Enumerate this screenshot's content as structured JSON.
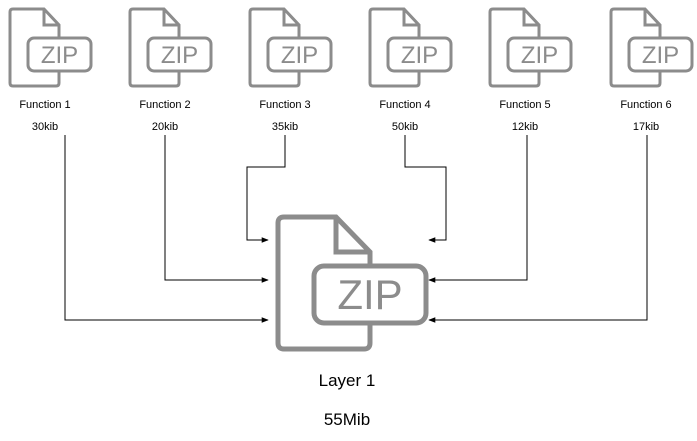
{
  "zip_label": "ZIP",
  "functions": [
    {
      "name": "Function 1",
      "size": "30kib"
    },
    {
      "name": "Function 2",
      "size": "20kib"
    },
    {
      "name": "Function 3",
      "size": "35kib"
    },
    {
      "name": "Function 4",
      "size": "50kib"
    },
    {
      "name": "Function 5",
      "size": "12kib"
    },
    {
      "name": "Function 6",
      "size": "17kib"
    }
  ],
  "layer": {
    "name": "Layer 1",
    "size": "55Mib"
  },
  "icon_names": {
    "function_file": "zip-file-icon",
    "layer_file": "zip-file-icon"
  },
  "colors": {
    "icon": "#8c8c8c",
    "connector": "#000000",
    "text": "#000000"
  }
}
